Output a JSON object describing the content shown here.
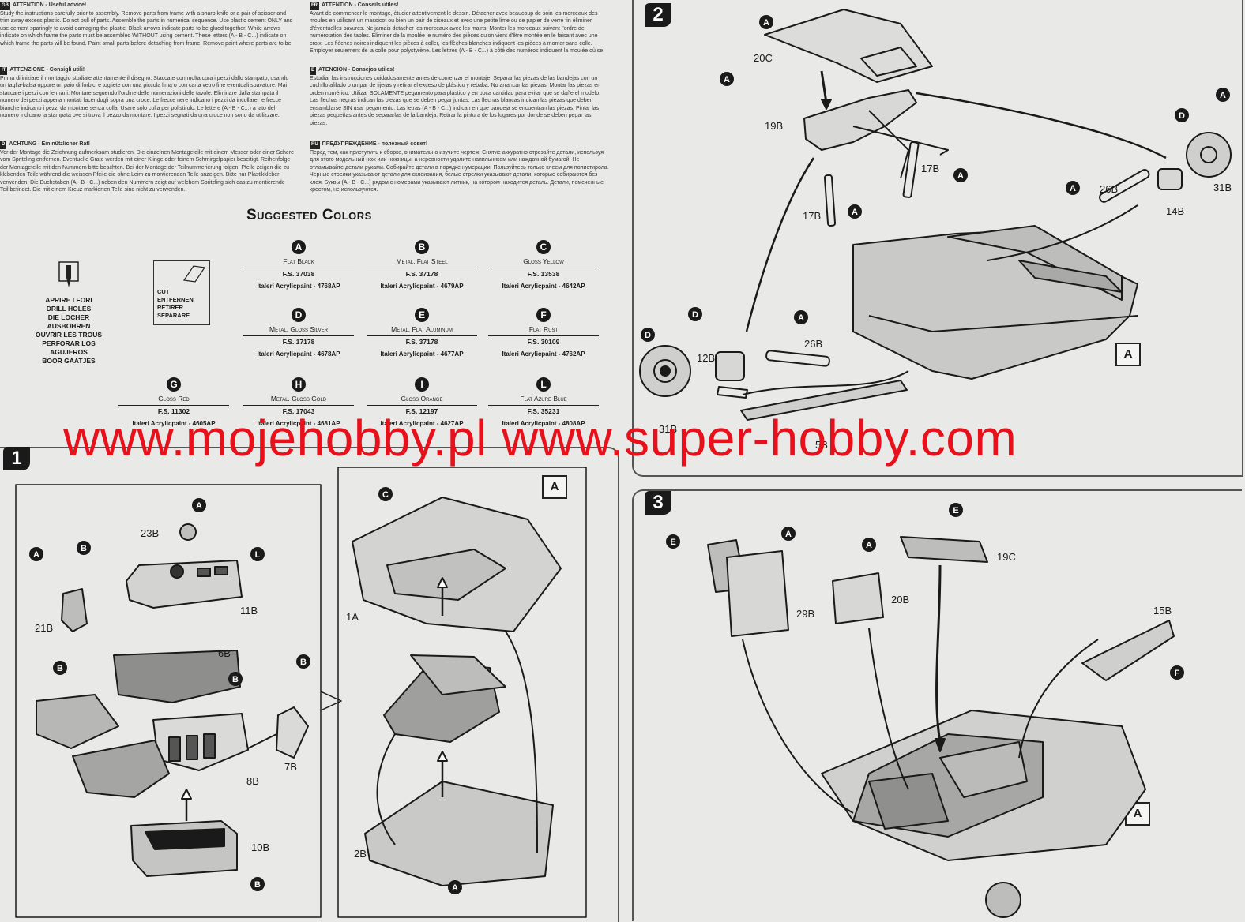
{
  "instructions": {
    "en_head": "ATTENTION - Useful advice!",
    "en_text": "Study the instructions carefully prior to assembly. Remove parts from frame with a sharp knife or a pair of scissor and trim away excess plastic. Do not pull of parts. Assemble the parts in numerical sequence. Use plastic cement ONLY and use cement sparingly to avoid damaging the plastic. Black arrows indicate parts to be glued together. White arrows indicate on which frame the parts must be assembled WITHOUT using cement. These letters (A - B - C...) indicate on which frame the parts will be found. Paint small parts before detaching from frame. Remove paint where parts are to be cemented. Crossed out parts must not be used.",
    "it_head": "ATTENZIONE - Consigli utili!",
    "it_text": "Prima di iniziare il montaggio studiate attentamente il disegno. Staccate con molta cura i pezzi dallo stampato, usando un taglia-balsa oppure un paio di forbici e togliete con una piccola lima o con carta vetro fine eventuali sbavature. Mai staccare i pezzi con le mani. Montare seguendo l'ordine delle numerazioni delle tavole. Eliminare dalla stampata il numero dei pezzi appena montati facendogli sopra una croce. Le frecce nere indicano i pezzi da incollare, le frecce bianche indicano i pezzi da montare senza colla. Usare solo colla per polistirolo. Le lettere (A - B - C...) a lato del numero indicano la stampata ove si trova il pezzo da montare. I pezzi segnati da una croce non sono da utilizzare.",
    "de_head": "ACHTUNG - Ein nützlicher Rat!",
    "de_text": "Vor der Montage die Zeichnung aufmerksam studieren. Die einzelnen Montageteile mit einem Messer oder einer Schere vom Spritzling entfernen. Eventuelle Grate werden mit einer Klinge oder feinem Schmirgelpapier beseitigt. Reihenfolge der Montageteile mit den Nummern bitte beachten. Bei der Montage der Teilnummerierung folgen. Pfeile zeigen die zu klebenden Teile während die weissen Pfeile die ohne Leim zu montierenden Teile anzeigen. Bitte nur Plastikkleber verwenden. Die Buchstaben (A - B - C...) neben den Nummern zeigt auf welchem Spritzling sich das zu montierende Teil befindet. Die mit einem Kreuz markierten Teile sind nicht zu verwenden.",
    "fr_head": "ATTENTION - Conseils utiles!",
    "fr_text": "Avant de commencer le montage, étudier attentivement le dessin. Détacher avec beaucoup de soin les morceaux des moules en utilisant un massicot ou bien un pair de ciseaux et avec une petite lime ou de papier de verre fin éliminer d'éventuelles bavures. Ne jamais détacher les morceaux avec les mains. Monter les morceaux suivant l'ordre de numérotation des tables. Eliminer de la moulée le numéro des pièces qu'on vient d'être montée en le faisant avec une croix. Les flèches noires indiquent les pièces à coller, les flèches blanches indiquent les pièces à monter sans colle. Employer seulement de la colle pour polystyrène. Les lettres (A - B - C...) à côté des numéros indiquent la moulée où se trouve la pièce à monter. Les pièces marquées par une croix ne sont pas à utiliser.",
    "es_head": "ATENCION - Consejos utiles!",
    "es_text": "Estudiar las instrucciones cuidadosamente antes de comenzar el montaje. Separar las piezas de las bandejas con un cuchillo afilado o un par de tijeras y retirar el exceso de plástico y rebaba. No arrancar las piezas. Montar las piezas en orden numérico. Utilizar SOLAMENTE pegamento para plástico y en poca cantidad para evitar que se dañe el modelo. Las flechas negras indican las piezas que se deben pegar juntas. Las flechas blancas indican las piezas que deben ensamblarse SIN usar pegamento. Las letras (A - B - C...) indican en que bandeja se encuentran las piezas. Pintar las piezas pequeñas antes de separarlas de la bandeja. Retirar la pintura de los lugares por donde se deben pegar las piezas.",
    "ru_head": "ПРЕДУПРЕЖДЕНИЕ - полезный совет!",
    "ru_text": "Перед тем, как приступить к сборке, внимательно изучите чертеж. Снятие аккуратно отрезайте детали, используя для этого модельный нож или ножницы, а неровности удалите напильником или наждачной бумагой. Не отламывайте детали руками. Собирайте детали в порядке нумерации. Пользуйтесь только клеем для полистирола. Черные стрелки указывают детали для склеивания, белые стрелки указывают детали, которые собираются без клея. Буквы (A - B - C...) рядом с номерами указывают литник, на котором находится деталь. Детали, помеченные крестом, не используются."
  },
  "colors": {
    "title": "Suggested Colors",
    "items": [
      {
        "letter": "A",
        "name": "Flat Black",
        "fs": "F.S. 37038",
        "italeri": "Italeri Acrylicpaint - 4768AP"
      },
      {
        "letter": "B",
        "name": "Metal. Flat Steel",
        "fs": "F.S. 37178",
        "italeri": "Italeri Acrylicpaint - 4679AP"
      },
      {
        "letter": "C",
        "name": "Gloss Yellow",
        "fs": "F.S. 13538",
        "italeri": "Italeri Acrylicpaint - 4642AP"
      },
      {
        "letter": "D",
        "name": "Metal. Gloss Silver",
        "fs": "F.S. 17178",
        "italeri": "Italeri Acrylicpaint - 4678AP"
      },
      {
        "letter": "E",
        "name": "Metal. Flat Aluminum",
        "fs": "F.S. 37178",
        "italeri": "Italeri Acrylicpaint - 4677AP"
      },
      {
        "letter": "F",
        "name": "Flat Rust",
        "fs": "F.S. 30109",
        "italeri": "Italeri Acrylicpaint - 4762AP"
      },
      {
        "letter": "G",
        "name": "Gloss Red",
        "fs": "F.S. 11302",
        "italeri": "Italeri Acrylicpaint - 4605AP"
      },
      {
        "letter": "H",
        "name": "Metal. Gloss Gold",
        "fs": "F.S. 17043",
        "italeri": "Italeri Acrylicpaint - 4681AP"
      },
      {
        "letter": "I",
        "name": "Gloss Orange",
        "fs": "F.S. 12197",
        "italeri": "Italeri Acrylicpaint - 4627AP"
      },
      {
        "letter": "L",
        "name": "Flat Azure Blue",
        "fs": "F.S. 35231",
        "italeri": "Italeri Acrylicpaint - 4808AP"
      }
    ]
  },
  "legend": {
    "drill": [
      "APRIRE I FORI",
      "DRILL HOLES",
      "DIE LOCHER AUSBOHREN",
      "OUVRIR LES TROUS",
      "PERFORAR LOS AGUJEROS",
      "BOOR GAATJES"
    ],
    "cut": [
      "CUT",
      "ENTFERNEN",
      "RETIRER",
      "SEPARARE"
    ]
  },
  "watermark": "www.mojehobby.pl www.super-hobby.com",
  "steps": {
    "s1": {
      "number": "1",
      "ref": "A"
    },
    "s2": {
      "number": "2",
      "ref": "A"
    },
    "s3": {
      "number": "3",
      "ref": "A"
    }
  },
  "callouts": {
    "s1": [
      "23B",
      "11B",
      "21B",
      "6B",
      "7B",
      "8B",
      "10B",
      "1A",
      "2B"
    ],
    "s2": [
      "20C",
      "19B",
      "17B",
      "17B",
      "26B",
      "31B",
      "14B",
      "12B",
      "26B",
      "31B",
      "5B"
    ],
    "s3": [
      "29B",
      "20B",
      "19C",
      "15B"
    ]
  },
  "palette": {
    "ink": "#1a1a1a",
    "paper": "#e9e9e7",
    "watermark": "#e8101a"
  }
}
